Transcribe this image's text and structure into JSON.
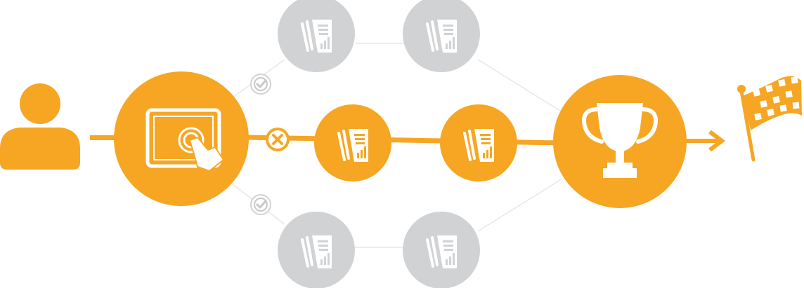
{
  "diagram": {
    "colors": {
      "active": "#F6A623",
      "inactive": "#D1D2D4",
      "connector_light": "#E6E7E8",
      "icon_fill": "#FFFFFF",
      "badge_mark": "#C7C8CA"
    },
    "nodes": [
      {
        "id": "user",
        "role": "start",
        "icon": "user-icon",
        "state": "active"
      },
      {
        "id": "tablet-touch",
        "role": "touchpoint",
        "icon": "tablet-touch-icon",
        "state": "active"
      },
      {
        "id": "report-top-1",
        "role": "step",
        "icon": "report-icon",
        "state": "inactive"
      },
      {
        "id": "report-top-2",
        "role": "step",
        "icon": "report-icon",
        "state": "inactive"
      },
      {
        "id": "report-mid-1",
        "role": "step",
        "icon": "report-icon",
        "state": "active"
      },
      {
        "id": "report-mid-2",
        "role": "step",
        "icon": "report-icon",
        "state": "active"
      },
      {
        "id": "report-bot-1",
        "role": "step",
        "icon": "report-icon",
        "state": "inactive"
      },
      {
        "id": "report-bot-2",
        "role": "step",
        "icon": "report-icon",
        "state": "inactive"
      },
      {
        "id": "trophy",
        "role": "goal",
        "icon": "trophy-icon",
        "state": "active"
      },
      {
        "id": "finish",
        "role": "end",
        "icon": "checkered-flag-icon",
        "state": "active"
      }
    ],
    "badges": [
      {
        "id": "badge-top",
        "icon": "check-icon",
        "meaning": "passed"
      },
      {
        "id": "badge-mid",
        "icon": "cross-icon",
        "meaning": "failed"
      },
      {
        "id": "badge-bot",
        "icon": "check-icon",
        "meaning": "passed"
      }
    ]
  }
}
